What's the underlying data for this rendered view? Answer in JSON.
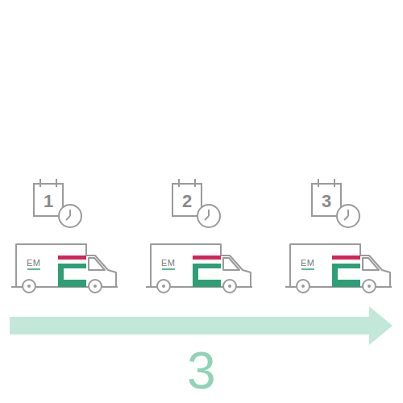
{
  "diagram": {
    "labels": [
      "1",
      "2",
      "3",
      "EM",
      "EM",
      "EM",
      "3"
    ]
  }
}
